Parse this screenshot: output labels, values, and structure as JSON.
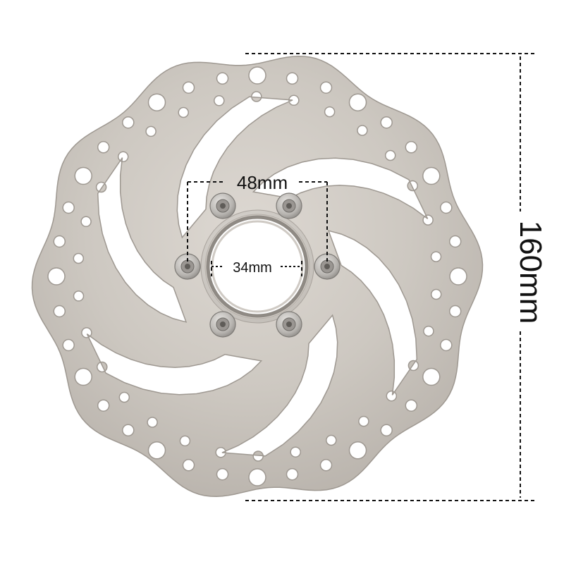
{
  "image": {
    "subject": "brake-disc-rotor",
    "background_color": "#ffffff",
    "rotor_color": "#c9c4bd",
    "hub_color": "#d6d2cc",
    "bolt_color": "#b9b6b2"
  },
  "dimensions": {
    "outer_diameter": "160mm",
    "bolt_circle": "48mm",
    "center_bore": "34mm"
  }
}
